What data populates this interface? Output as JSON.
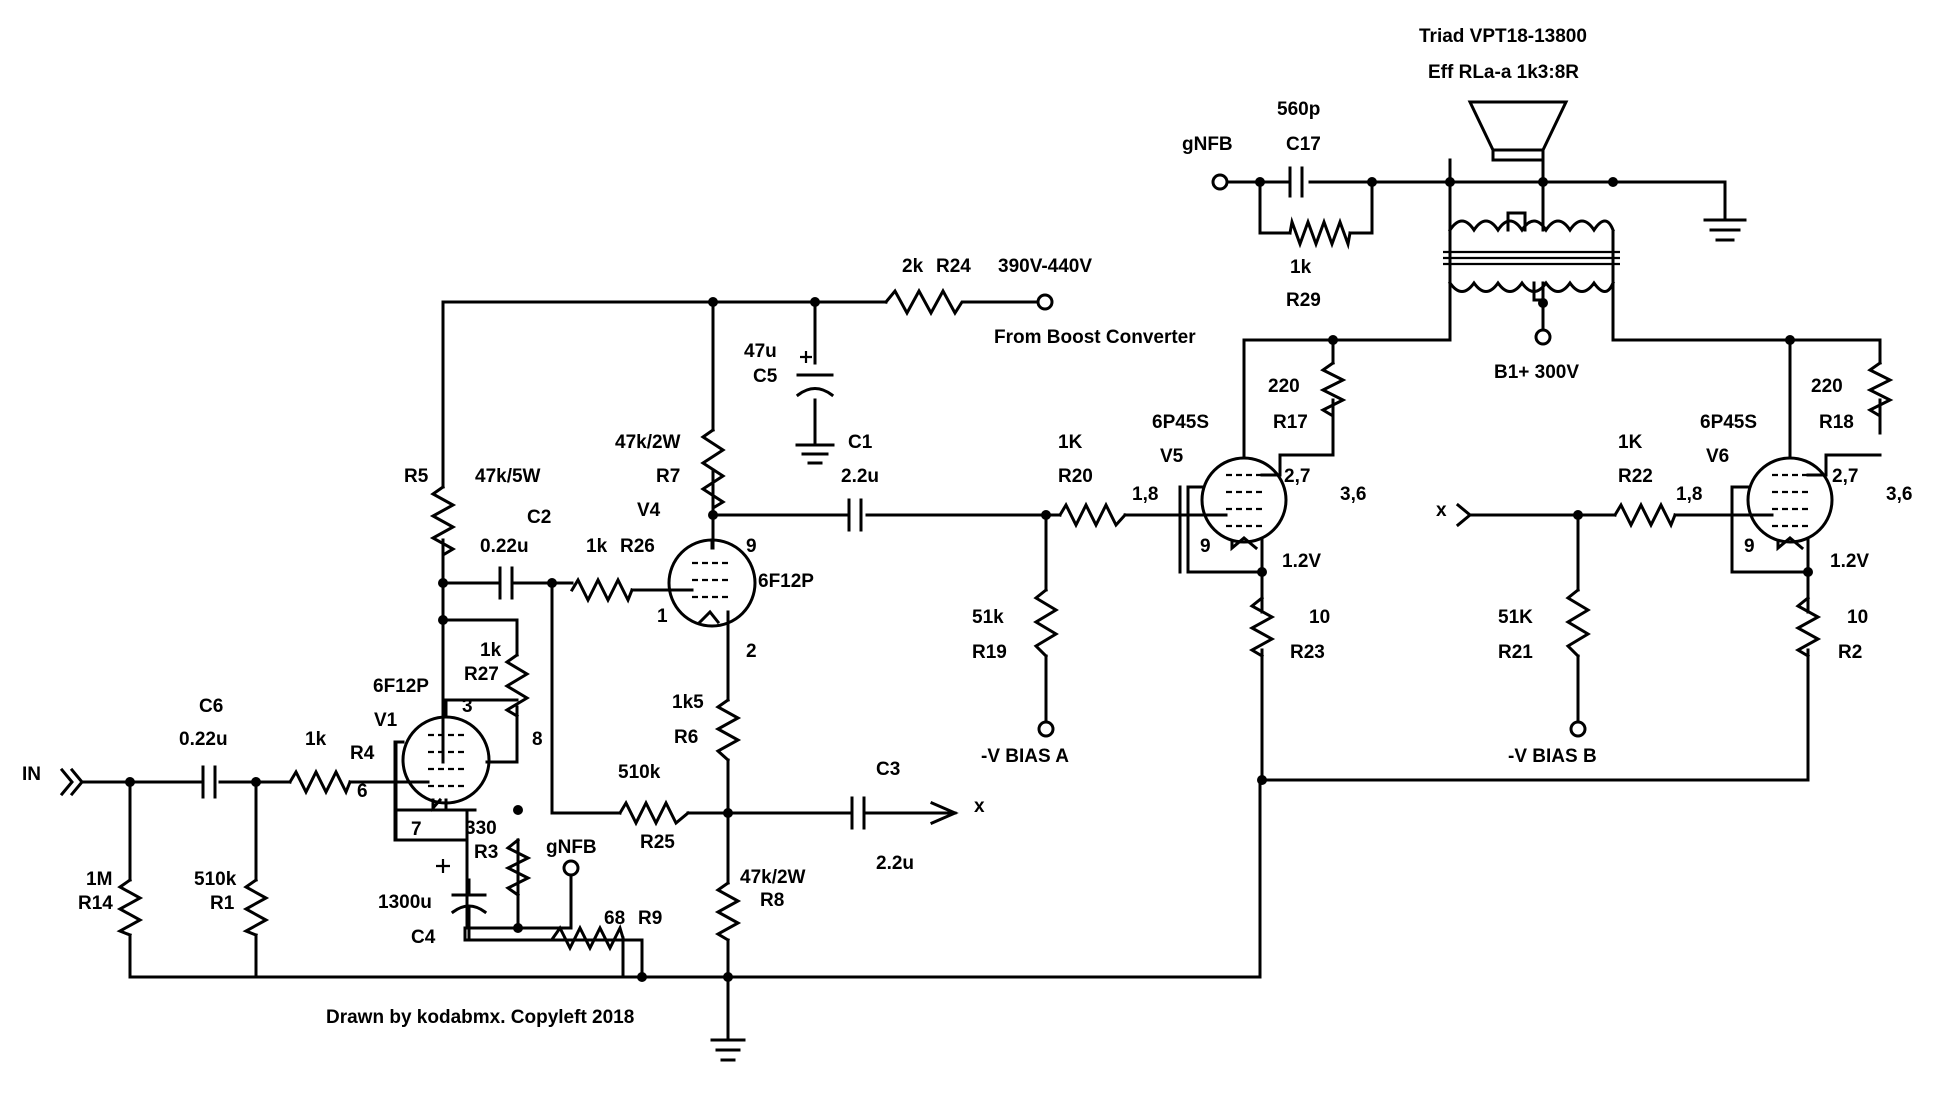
{
  "transformer": {
    "model": "Triad VPT18-13800",
    "spec": "Eff RLa-a 1k3:8R"
  },
  "supply": {
    "voltage": "390V-440V",
    "source": "From Boost Converter",
    "b1": "B1+ 300V"
  },
  "nfb": {
    "label_top": "gNFB",
    "label_bottom": "gNFB"
  },
  "components": {
    "C17": {
      "ref": "C17",
      "value": "560p"
    },
    "R29": {
      "ref": "R29",
      "value": "1k"
    },
    "R24": {
      "ref": "R24",
      "value": "2k"
    },
    "C5": {
      "ref": "C5",
      "value": "47u"
    },
    "C1": {
      "ref": "C1",
      "value": "2.2u"
    },
    "R7": {
      "ref": "R7",
      "value": "47k/2W"
    },
    "R5": {
      "ref": "R5",
      "value": "47k/5W"
    },
    "C2": {
      "ref": "C2",
      "value": "0.22u"
    },
    "R26": {
      "ref": "R26",
      "value": "1k"
    },
    "R27": {
      "ref": "R27",
      "value": "1k"
    },
    "C6": {
      "ref": "C6",
      "value": "0.22u"
    },
    "R4": {
      "ref": "R4",
      "value": "1k"
    },
    "R14": {
      "ref": "R14",
      "value": "1M"
    },
    "R1": {
      "ref": "R1",
      "value": "510k"
    },
    "R3": {
      "ref": "R3",
      "value": "330"
    },
    "C4": {
      "ref": "C4",
      "value": "1300u"
    },
    "R9": {
      "ref": "R9",
      "value": "68"
    },
    "R6": {
      "ref": "R6",
      "value": "1k5"
    },
    "R25": {
      "ref": "R25",
      "value": "510k"
    },
    "C3": {
      "ref": "C3",
      "value": "2.2u"
    },
    "R8": {
      "ref": "R8",
      "value": "47k/2W"
    },
    "R20": {
      "ref": "R20",
      "value": "1K"
    },
    "R19": {
      "ref": "R19",
      "value": "51k"
    },
    "R17": {
      "ref": "R17",
      "value": "220"
    },
    "R23": {
      "ref": "R23",
      "value": "10"
    },
    "R22": {
      "ref": "R22",
      "value": "1K"
    },
    "R21": {
      "ref": "R21",
      "value": "51K"
    },
    "R18": {
      "ref": "R18",
      "value": "220"
    },
    "R2": {
      "ref": "R2",
      "value": "10"
    }
  },
  "tubes": {
    "V1": {
      "ref": "V1",
      "type": "6F12P",
      "pin_plate": "3",
      "pin_screen": "8",
      "pin_grid": "6",
      "pin_cathode": "7"
    },
    "V4": {
      "ref": "V4",
      "type": "6F12P",
      "pin_plate": "9",
      "pin_grid": "1",
      "pin_cathode": "2"
    },
    "V5": {
      "ref": "V5",
      "type": "6P45S",
      "pin_grid": "1,8",
      "pin_screen": "2,7",
      "pin_plate": "3,6",
      "pin_cathode": "9",
      "cathode_v": "1.2V"
    },
    "V6": {
      "ref": "V6",
      "type": "6P45S",
      "pin_grid": "1,8",
      "pin_screen": "2,7",
      "pin_plate": "3,6",
      "pin_cathode": "9",
      "cathode_v": "1.2V"
    }
  },
  "ports": {
    "input": "IN",
    "x_out": "x",
    "x_in": "x",
    "bias_a": "-V BIAS A",
    "bias_b": "-V BIAS B"
  },
  "credit": "Drawn by kodabmx. Copyleft 2018"
}
